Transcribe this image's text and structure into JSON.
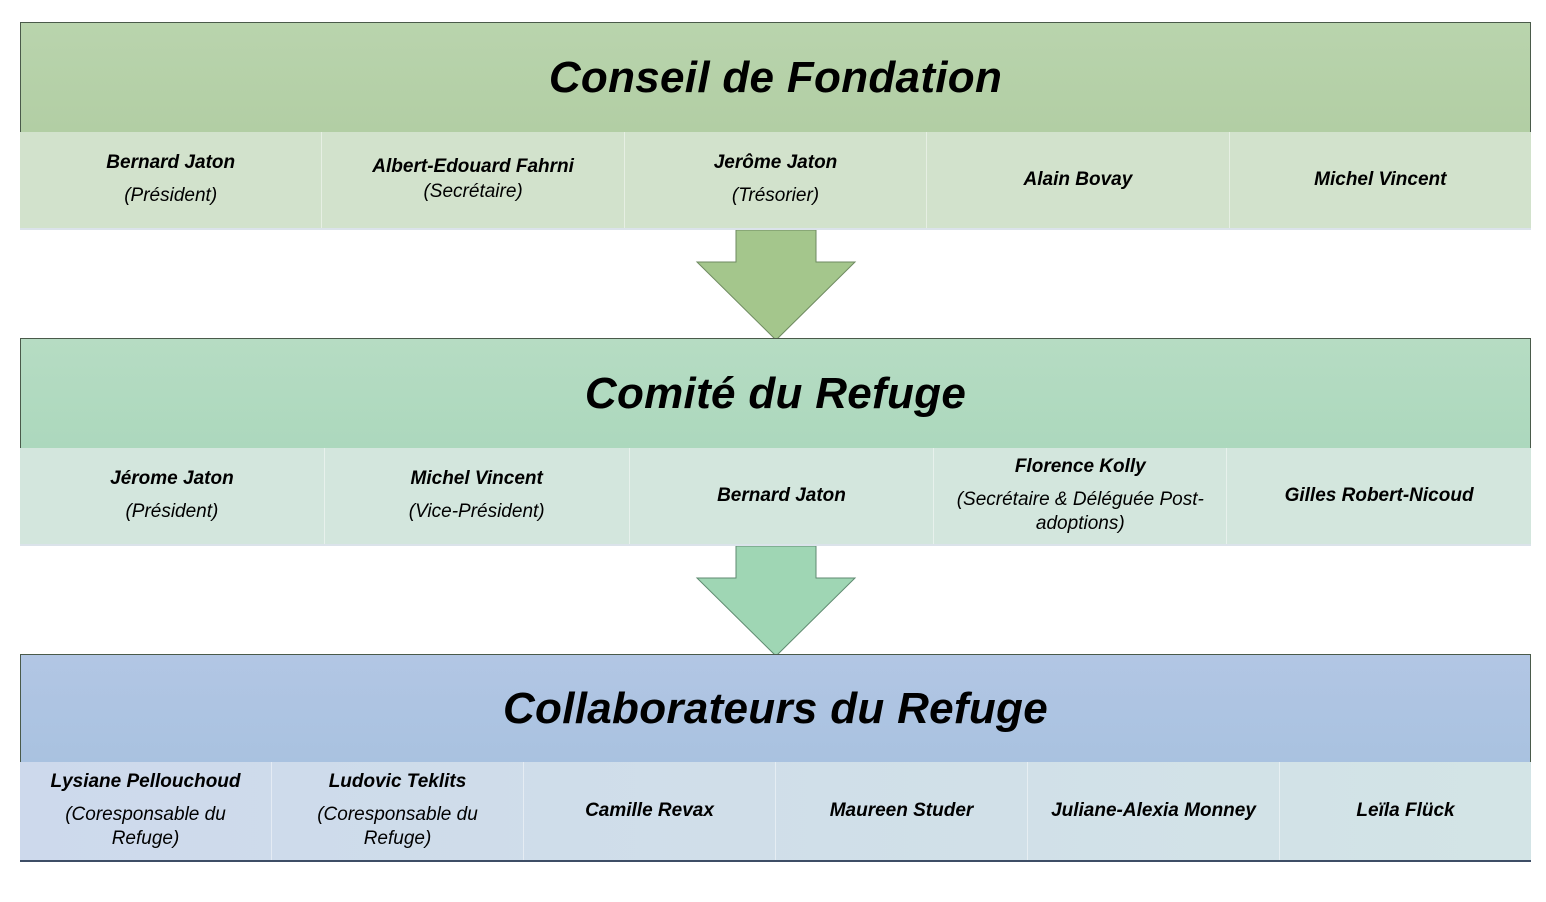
{
  "sections": [
    {
      "title": "Conseil de Fondation",
      "color": "#b5d1a8",
      "members": [
        {
          "name": "Bernard Jaton",
          "role": "(Président)"
        },
        {
          "name": "Albert-Edouard Fahrni",
          "role": "(Secrétaire)"
        },
        {
          "name": "Jerôme Jaton",
          "role": "(Trésorier)"
        },
        {
          "name": "Alain Bovay",
          "role": ""
        },
        {
          "name": "Michel Vincent",
          "role": ""
        }
      ]
    },
    {
      "title": "Comité du Refuge",
      "color": "#b0dac0",
      "members": [
        {
          "name": "Jérome Jaton",
          "role": "(Président)"
        },
        {
          "name": "Michel Vincent",
          "role": "(Vice-Président)"
        },
        {
          "name": "Bernard Jaton",
          "role": ""
        },
        {
          "name": "Florence Kolly",
          "role": "(Secrétaire & Déléguée Post-adoptions)"
        },
        {
          "name": "Gilles Robert-Nicoud",
          "role": ""
        }
      ]
    },
    {
      "title": "Collaborateurs du Refuge",
      "color": "#adc4e2",
      "members": [
        {
          "name": "Lysiane Pellouchoud",
          "role": "(Coresponsable du Refuge)"
        },
        {
          "name": "Ludovic Teklits",
          "role": "(Coresponsable du Refuge)"
        },
        {
          "name": "Camille Revax",
          "role": ""
        },
        {
          "name": "Maureen Studer",
          "role": ""
        },
        {
          "name": "Juliane-Alexia Monney",
          "role": ""
        },
        {
          "name": "Leïla Flück",
          "role": ""
        }
      ]
    }
  ],
  "arrows": [
    {
      "icon": "down-arrow-icon",
      "color": "#a4c68c"
    },
    {
      "icon": "down-arrow-icon",
      "color": "#9fd6b4"
    }
  ]
}
